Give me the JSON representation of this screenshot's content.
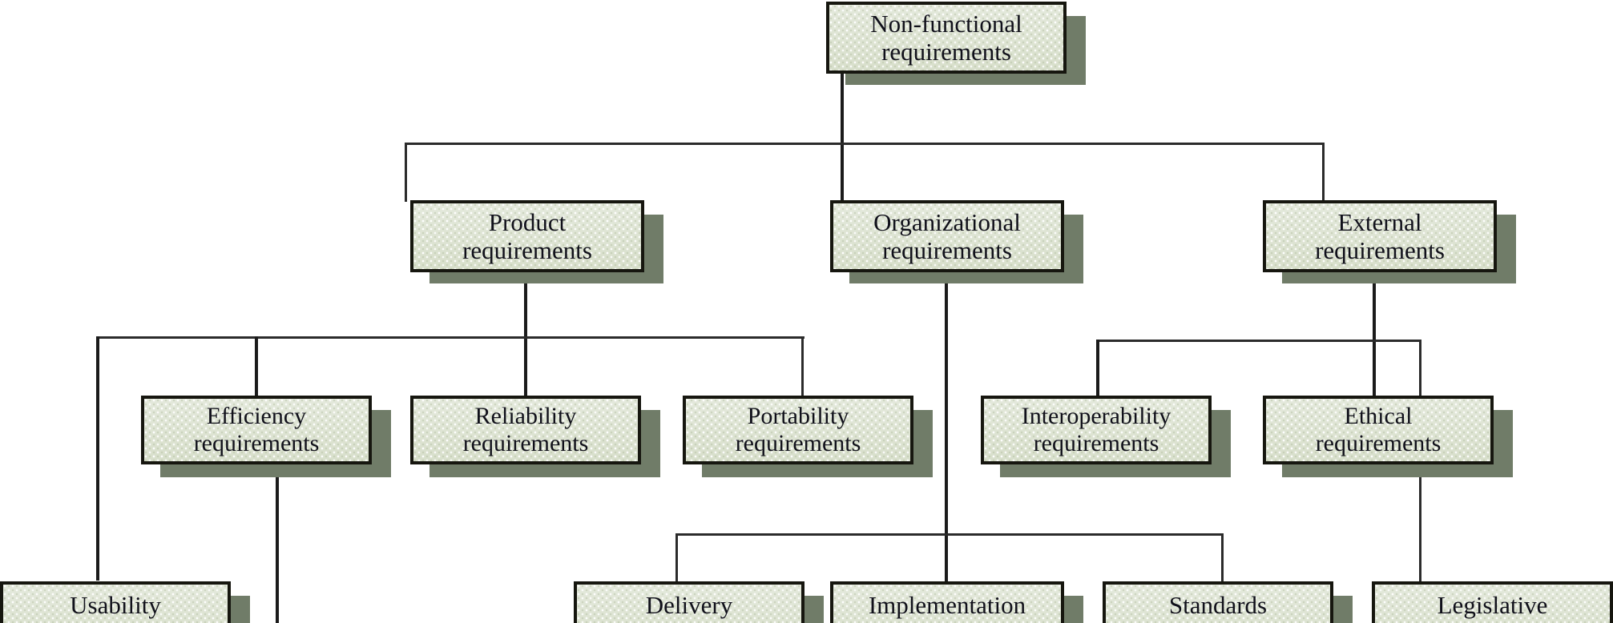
{
  "diagram": {
    "type": "tree",
    "title": "Non-functional requirements classification",
    "palette": {
      "node_fill": "#dde3d2",
      "node_border": "#16160f",
      "node_shadow": "#707c68",
      "connector": "#1b1b1b",
      "background": "#ffffff",
      "text": "#10101a"
    },
    "nodes": {
      "root": {
        "line1": "Non-functional",
        "line2": "requirements"
      },
      "product": {
        "line1": "Product",
        "line2": "requirements"
      },
      "organizational": {
        "line1": "Organizational",
        "line2": "requirements"
      },
      "external": {
        "line1": "External",
        "line2": "requirements"
      },
      "efficiency": {
        "line1": "Efficiency",
        "line2": "requirements"
      },
      "reliability": {
        "line1": "Reliability",
        "line2": "requirements"
      },
      "portability": {
        "line1": "Portability",
        "line2": "requirements"
      },
      "interoperability": {
        "line1": "Interoperability",
        "line2": "requirements"
      },
      "ethical": {
        "line1": "Ethical",
        "line2": "requirements"
      },
      "usability": {
        "line1": "Usability"
      },
      "delivery": {
        "line1": "Delivery"
      },
      "implementation": {
        "line1": "Implementation"
      },
      "standards": {
        "line1": "Standards"
      },
      "legislative": {
        "line1": "Legislative"
      }
    },
    "edges": [
      {
        "from": "root",
        "to": "product"
      },
      {
        "from": "root",
        "to": "organizational"
      },
      {
        "from": "root",
        "to": "external"
      },
      {
        "from": "product",
        "to": "usability"
      },
      {
        "from": "product",
        "to": "efficiency"
      },
      {
        "from": "product",
        "to": "reliability"
      },
      {
        "from": "product",
        "to": "portability"
      },
      {
        "from": "external",
        "to": "interoperability"
      },
      {
        "from": "external",
        "to": "ethical"
      },
      {
        "from": "external",
        "to": "legislative"
      },
      {
        "from": "organizational",
        "to": "delivery"
      },
      {
        "from": "organizational",
        "to": "implementation"
      },
      {
        "from": "organizational",
        "to": "standards"
      }
    ]
  }
}
